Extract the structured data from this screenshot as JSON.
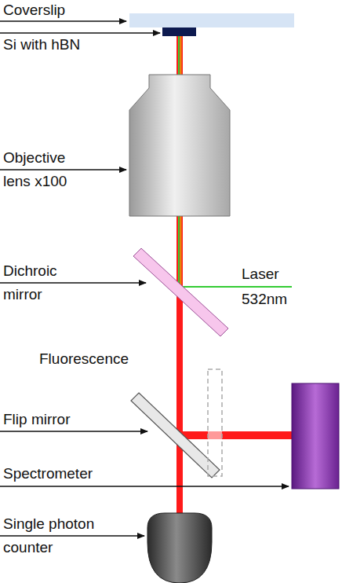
{
  "diagram": {
    "labels": [
      "Coverslip",
      "Si with hBN",
      "Objective lens x100",
      "Dichroic mirror",
      "Laser 532nm",
      "Fluorescence",
      "Flip mirror",
      "Spectrometer",
      "Single photon counter"
    ]
  }
}
